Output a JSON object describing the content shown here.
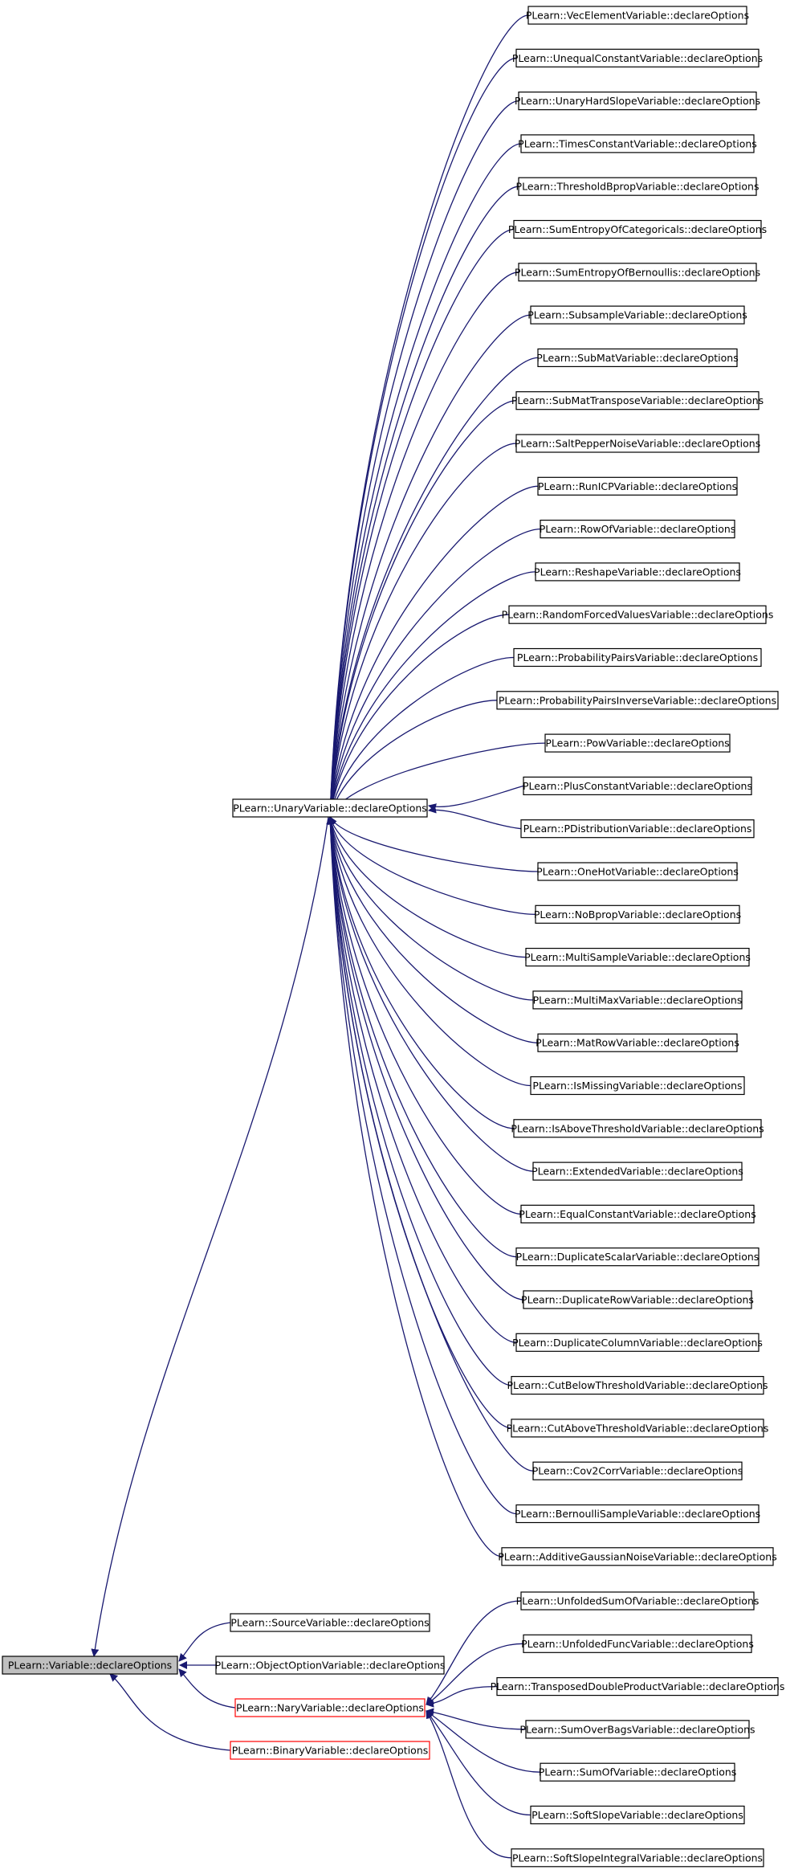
{
  "colors": {
    "edge": "#191970",
    "node_border": "#000000",
    "node_border_truncated": "#ff0000",
    "root_fill": "#bfbfbf",
    "node_fill": "#ffffff"
  },
  "nodes": {
    "variable": "PLearn::Variable::declareOptions",
    "unary": "PLearn::UnaryVariable::declareOptions",
    "source": "PLearn::SourceVariable::declareOptions",
    "objectoption": "PLearn::ObjectOptionVariable::declareOptions",
    "nary": "PLearn::NaryVariable::declareOptions",
    "binary": "PLearn::BinaryVariable::declareOptions"
  },
  "unary_children": [
    "PLearn::VecElementVariable::declareOptions",
    "PLearn::UnequalConstantVariable::declareOptions",
    "PLearn::UnaryHardSlopeVariable::declareOptions",
    "PLearn::TimesConstantVariable::declareOptions",
    "PLearn::ThresholdBpropVariable::declareOptions",
    "PLearn::SumEntropyOfCategoricals::declareOptions",
    "PLearn::SumEntropyOfBernoullis::declareOptions",
    "PLearn::SubsampleVariable::declareOptions",
    "PLearn::SubMatVariable::declareOptions",
    "PLearn::SubMatTransposeVariable::declareOptions",
    "PLearn::SaltPepperNoiseVariable::declareOptions",
    "PLearn::RunICPVariable::declareOptions",
    "PLearn::RowOfVariable::declareOptions",
    "PLearn::ReshapeVariable::declareOptions",
    "PLearn::RandomForcedValuesVariable::declareOptions",
    "PLearn::ProbabilityPairsVariable::declareOptions",
    "PLearn::ProbabilityPairsInverseVariable::declareOptions",
    "PLearn::PowVariable::declareOptions",
    "PLearn::PlusConstantVariable::declareOptions",
    "PLearn::PDistributionVariable::declareOptions",
    "PLearn::OneHotVariable::declareOptions",
    "PLearn::NoBpropVariable::declareOptions",
    "PLearn::MultiSampleVariable::declareOptions",
    "PLearn::MultiMaxVariable::declareOptions",
    "PLearn::MatRowVariable::declareOptions",
    "PLearn::IsMissingVariable::declareOptions",
    "PLearn::IsAboveThresholdVariable::declareOptions",
    "PLearn::ExtendedVariable::declareOptions",
    "PLearn::EqualConstantVariable::declareOptions",
    "PLearn::DuplicateScalarVariable::declareOptions",
    "PLearn::DuplicateRowVariable::declareOptions",
    "PLearn::DuplicateColumnVariable::declareOptions",
    "PLearn::CutBelowThresholdVariable::declareOptions",
    "PLearn::CutAboveThresholdVariable::declareOptions",
    "PLearn::Cov2CorrVariable::declareOptions",
    "PLearn::BernoulliSampleVariable::declareOptions",
    "PLearn::AdditiveGaussianNoiseVariable::declareOptions"
  ],
  "nary_children": [
    "PLearn::UnfoldedSumOfVariable::declareOptions",
    "PLearn::UnfoldedFuncVariable::declareOptions",
    "PLearn::TransposedDoubleProductVariable::declareOptions",
    "PLearn::SumOverBagsVariable::declareOptions",
    "PLearn::SumOfVariable::declareOptions",
    "PLearn::SoftSlopeVariable::declareOptions",
    "PLearn::SoftSlopeIntegralVariable::declareOptions"
  ]
}
